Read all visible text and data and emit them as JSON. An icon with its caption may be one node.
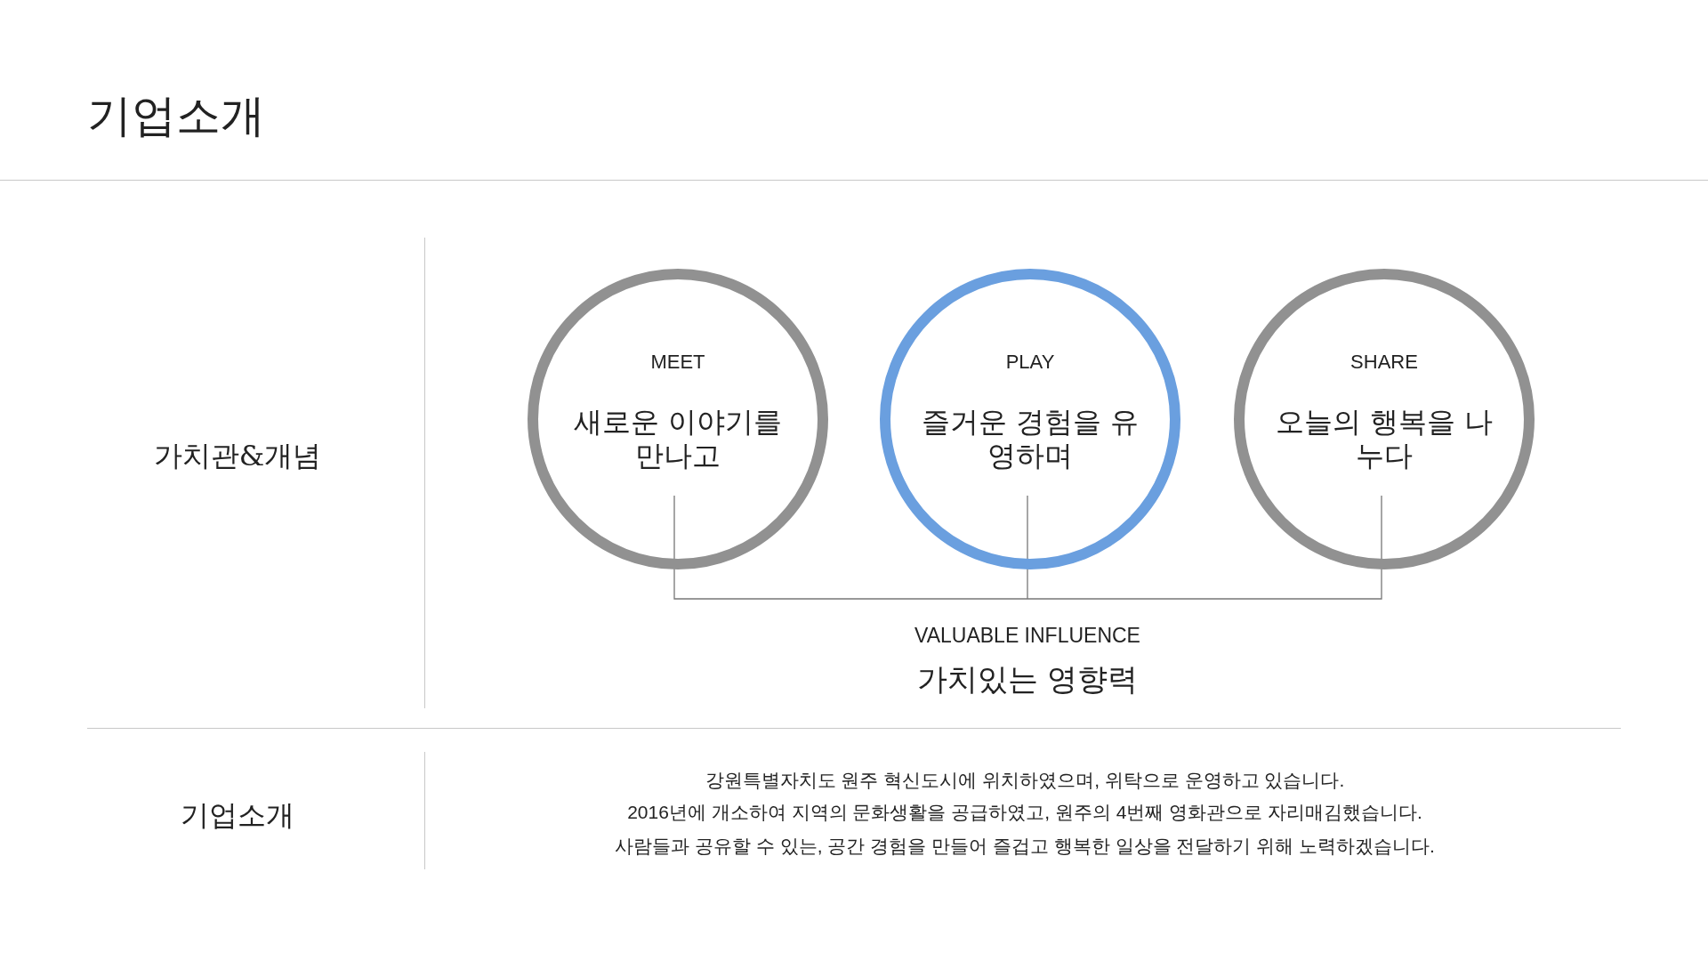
{
  "diagram": {
    "title": "기업소개",
    "nodes": [
      {
        "text": [
          "MEET",
          "새로운 이야기를 만나고"
        ]
      },
      {
        "text": [
          "PLAY",
          "즐거운 경험을 유영하며"
        ]
      },
      {
        "text": [
          "SHARE",
          "오늘의 행복을 나누다"
        ]
      },
      {
        "text": [
          "VALUABLE INFLUENCE",
          "가치있는 영향력"
        ]
      }
    ],
    "edges": [
      {
        "from": 0,
        "to": 3,
        "arrow": "none"
      },
      {
        "from": 1,
        "to": 3,
        "arrow": "none"
      },
      {
        "from": 2,
        "to": 3,
        "arrow": "none"
      }
    ],
    "labels": [
      "가치관&개념",
      "기업소개",
      "강원특별자치도 원주 혁신도시에 위치하였으며, 위탁으로 운영하고 있습니다.",
      "2016년에 개소하여 지역의 문화생활을 공급하였고, 원주의 4번째 영화관으로 자리매김했습니다.",
      "사람들과 공유할 수 있는, 공간 경험을 만들어 즐겁고 행복한 일상을 전달하기 위해 노력하겠습니다."
    ]
  }
}
